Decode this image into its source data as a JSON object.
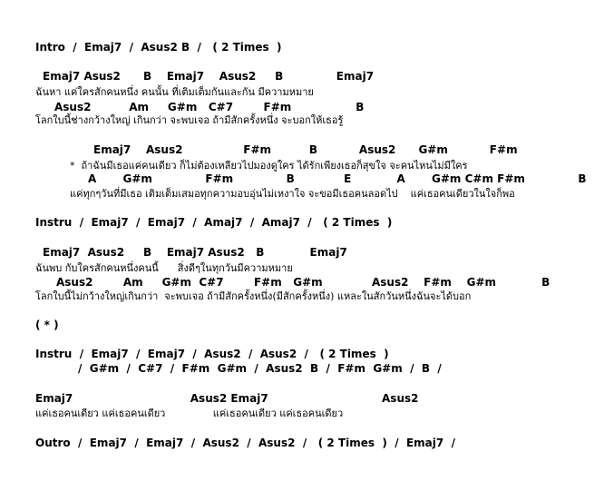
{
  "lines": [
    {
      "kind": "chord",
      "text": "Intro  /  Emaj7  /  Asus2 B  /   ( 2 Times  )"
    },
    {
      "kind": "chord",
      "text": "Emaj7 Asus2      B    Emaj7    Asus2     B              Emaj7"
    },
    {
      "kind": "lyric",
      "text": "ฉันหา แค่ใครสักคนหนึ่ง คนนั้น ที่เติมเต็มกันและกัน มีความหมาย"
    },
    {
      "kind": "chord",
      "text": "Asus2          Am     G#m   C#7        F#m                 B"
    },
    {
      "kind": "lyric",
      "text": "โลกใบนี้ช่างกว้างใหญ่ เกินกว่า จะพบเจอ ถ้ามีสักครั้งหนึ่ง จะบอกให้เธอรู้"
    },
    {
      "kind": "chord",
      "text": "Emaj7    Asus2                F#m          B           Asus2      G#m           F#m"
    },
    {
      "kind": "lyric",
      "text": "*  ถ้าฉันมีเธอแค่คนเดียว ก็ไม่ต้องเหลียวไปมองดูใคร ได้รักเพียงเธอก็สุขใจ จะคนไหนไม่มีใคร"
    },
    {
      "kind": "chord",
      "text": "A       G#m              F#m              B             E            A       G#m C#m F#m              B"
    },
    {
      "kind": "lyric",
      "text": "แค่ทุกๆวันที่มีเธอ เติมเต็มเสมอทุกความอบอุ่นไม่เหงาใจ จะขอมีเธอคนลอดไป    แค่เธอคนเดียวในใจก็พอ"
    },
    {
      "kind": "chord",
      "text": "Instru  /  Emaj7  /  Emaj7  /  Amaj7  /  Amaj7  /   ( 2 Times  )"
    },
    {
      "kind": "chord",
      "text": "Emaj7  Asus2     B    Emaj7 Asus2   B            Emaj7"
    },
    {
      "kind": "lyric",
      "text": "ฉันพบ กับใครสักคนหนึ่งคนนี้      สิ่งดีๆในทุกวันมีความหมาย"
    },
    {
      "kind": "chord",
      "text": "Asus2        Am     G#m  C#7        F#m   G#m             Asus2    F#m    G#m            B"
    },
    {
      "kind": "lyric",
      "text": "โลกใบนี้ไม่กว้างใหญ่เกินกว่า  จะพบเจอ ถ้ามีสักครั้งหนึ่ง(มีสักครั้งหนึ่ง) แหละในสักวันหนึ่งฉันจะได้บอก"
    },
    {
      "kind": "chord",
      "text": "( * )"
    },
    {
      "kind": "chord",
      "text": "Instru  /  Emaj7  /  Emaj7  /  Asus2  /  Asus2  /   ( 2 Times  )"
    },
    {
      "kind": "chord",
      "text": "/  G#m  /  C#7  /  F#m  G#m  /  Asus2  B  /  F#m  G#m  /  B  /"
    },
    {
      "kind": "chord",
      "text": "Emaj7                               Asus2 Emaj7                              Asus2"
    },
    {
      "kind": "lyric",
      "text": "แค่เธอคนเดียว แค่เธอคนเดียว               แค่เธอคนเดียว แค่เธอคนเดียว"
    },
    {
      "kind": "chord",
      "text": "Outro  /  Emaj7  /  Emaj7  /  Asus2  /  Asus2  /   ( 2 Times  )  /  Emaj7  /"
    }
  ]
}
